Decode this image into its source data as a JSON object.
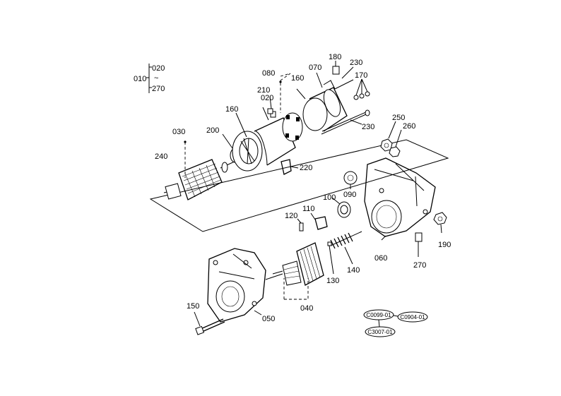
{
  "legend": {
    "prefix": "010",
    "from": "020",
    "to": "270",
    "range_mark": "~"
  },
  "callouts": {
    "p020": "020",
    "p030": "030",
    "p040": "040",
    "p050": "050",
    "p060": "060",
    "p070": "070",
    "p080": "080",
    "p090": "090",
    "p100": "100",
    "p110": "110",
    "p120": "120",
    "p130": "130",
    "p140": "140",
    "p150": "150",
    "p160a": "160",
    "p160b": "160",
    "p170": "170",
    "p180": "180",
    "p190": "190",
    "p200": "200",
    "p210": "210",
    "p220": "220",
    "p230a": "230",
    "p230b": "230",
    "p240": "240",
    "p250": "250",
    "p260": "260",
    "p270": "270"
  },
  "refs": {
    "r1": "C0099-01",
    "r2": "C0904-01",
    "r3": "C3007-01"
  }
}
